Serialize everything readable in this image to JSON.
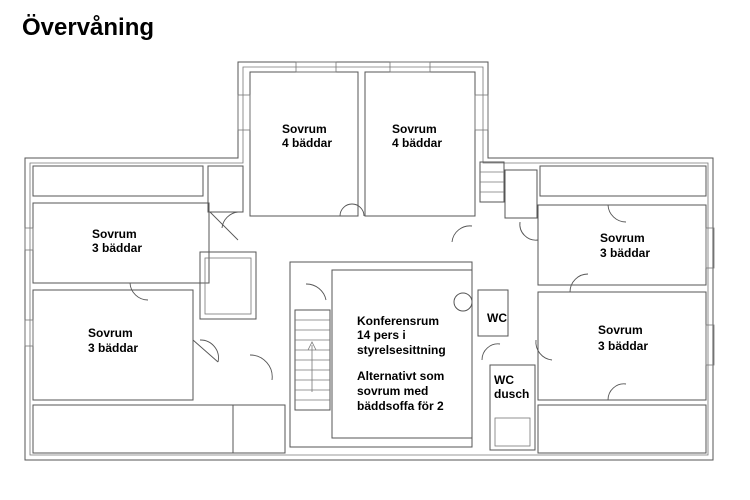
{
  "title": "Övervåning",
  "rooms": [
    {
      "lines": [
        "Sovrum",
        "4 bäddar"
      ]
    },
    {
      "lines": [
        "Sovrum",
        "4 bäddar"
      ]
    },
    {
      "lines": [
        "Sovrum",
        "3 bäddar"
      ]
    },
    {
      "lines": [
        "Sovrum",
        "3 bäddar"
      ]
    },
    {
      "lines": [
        "Sovrum",
        "3 bäddar"
      ]
    },
    {
      "lines": [
        "Sovrum",
        "3 bäddar"
      ]
    },
    {
      "lines": [
        "Konferensrum",
        "14 pers i",
        "styrelsesittning",
        "",
        "Alternativt som",
        "sovrum med",
        "bäddsoffa för 2"
      ]
    },
    {
      "lines": [
        "WC"
      ]
    },
    {
      "lines": [
        "WC",
        "dusch"
      ]
    }
  ]
}
